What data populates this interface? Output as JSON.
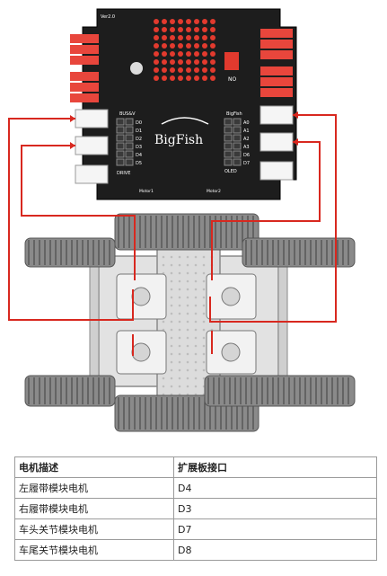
{
  "board": {
    "brand": "BigFish",
    "version_label": "Ver2.0",
    "switch_label": "NO",
    "header_left": "BUS&V",
    "header_right": "BigFish",
    "left_small_label": "DRIVE",
    "right_small_label": "OLED",
    "motor_label_left": "Motor1",
    "motor_label_right": "Motor2",
    "pin_labels_left": [
      "D0",
      "D1",
      "D2",
      "D3",
      "D4",
      "D5"
    ],
    "pin_labels_right": [
      "A0",
      "A1",
      "A2",
      "A3",
      "D6",
      "D7"
    ]
  },
  "colors": {
    "board": "#1d1d1d",
    "connector_red": "#e8463c",
    "wire_red": "#d8281f",
    "led_red": "#e23a2e",
    "track": "#7b7b7b",
    "chassis": "#d9d9d9"
  },
  "table": {
    "headers": [
      "电机描述",
      "扩展板接口"
    ],
    "rows": [
      [
        "左履带模块电机",
        "D4"
      ],
      [
        "右履带模块电机",
        "D3"
      ],
      [
        "车头关节模块电机",
        "D7"
      ],
      [
        "车尾关节模块电机",
        "D8"
      ]
    ]
  }
}
